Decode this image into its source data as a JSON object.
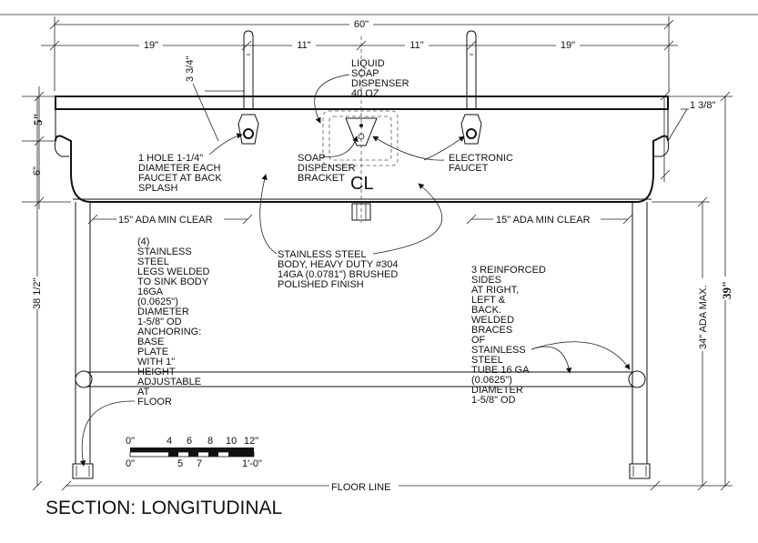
{
  "title": "SECTION: LONGITUDINAL",
  "dimensions": {
    "overall_width": "60\"",
    "seg_left": "19\"",
    "seg_center_left": "11\"",
    "seg_center_right": "11\"",
    "seg_right": "19\"",
    "faucet_height": "3 3/4\"",
    "backsplash": "5\"",
    "bowl_depth": "6\"",
    "rim": "1 3/8\"",
    "overall_height": "38 1/2\"",
    "ada_max": "34\" ADA MAX.",
    "sink_height": "39\"",
    "ada_clear_left": "15\" ADA MIN CLEAR",
    "ada_clear_right": "15\" ADA MIN CLEAR",
    "floor_line": "FLOOR LINE"
  },
  "notes": {
    "soap_dispenser": [
      "LIQUID",
      "SOAP",
      "DISPENSER",
      "40 OZ"
    ],
    "faucet_hole": [
      "1 HOLE 1-1/4\"",
      "DIAMETER EACH",
      "FAUCET AT BACK",
      "SPLASH"
    ],
    "soap_bracket": [
      "SOAP",
      "DISPENSER",
      "BRACKET"
    ],
    "electronic_faucet": [
      "ELECTRONIC",
      "FAUCET"
    ],
    "steel_body": [
      "STAINLESS STEEL",
      "BODY, HEAVY DUTY #304",
      "14GA (0.0781\") BRUSHED",
      "POLISHED FINISH"
    ],
    "legs": [
      "(4)",
      "STAINLESS",
      "STEEL",
      "LEGS WELDED",
      "TO SINK BODY",
      "16GA",
      "(0.0625\")",
      "DIAMETER",
      "1-5/8\" OD",
      "ANCHORING:",
      "BASE",
      "PLATE",
      "WITH 1\"",
      "HEIGHT",
      "ADJUSTABLE",
      "AT",
      "FLOOR"
    ],
    "braces": [
      "3 REINFORCED",
      "SIDES",
      "AT RIGHT,",
      "LEFT &",
      "BACK.",
      "WELDED",
      "BRACES",
      "OF",
      "STAINLESS",
      "STEEL",
      "TUBE 16 GA",
      "(0.0625\")",
      "DIAMETER",
      "1-5/8\" OD"
    ],
    "centerline": "CL"
  },
  "scale_bar": {
    "top_labels": [
      "0\"",
      "4",
      "6",
      "8",
      "10",
      "12\""
    ],
    "bottom_labels": [
      "0\"",
      "5",
      "7",
      "1'-0\""
    ]
  }
}
